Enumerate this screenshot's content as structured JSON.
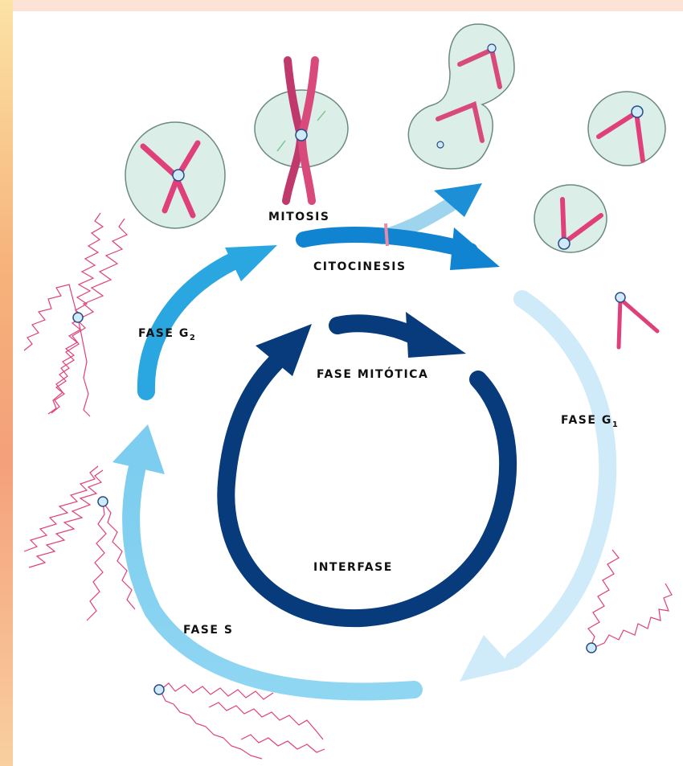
{
  "labels": {
    "mitosis": "MITOSIS",
    "citocinesis": "CITOCINESIS",
    "fase_g2_prefix": "FASE G",
    "fase_g2_sub": "2",
    "fase_mitotica": "FASE MITÓTICA",
    "fase_g1_prefix": "FASE G",
    "fase_g1_sub": "1",
    "interfase": "INTERFASE",
    "fase_s": "FASE S"
  },
  "colors": {
    "dark_blue": "#073b7c",
    "mid_blue": "#2aa7e1",
    "deep_blue": "#1184d1",
    "light_blue": "#8ad3f1",
    "pale_blue": "#cfeaf8",
    "chromosome": "#e0407a",
    "cell": "#dceee8"
  }
}
